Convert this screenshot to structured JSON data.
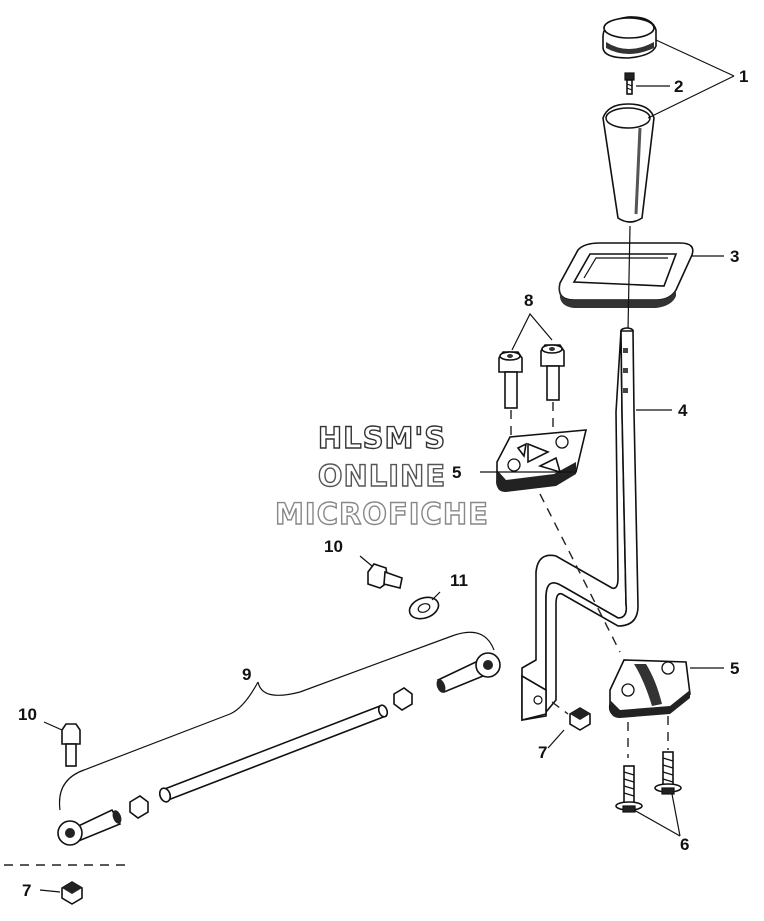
{
  "watermark": {
    "line1": "HLSM'S",
    "line2": "ONLINE",
    "line3": "MICROFICHE"
  },
  "callouts": {
    "c1": "1",
    "c2": "2",
    "c3": "3",
    "c4": "4",
    "c5_upper": "5",
    "c5_lower": "5",
    "c6": "6",
    "c7_center": "7",
    "c7_bottom": "7",
    "c8": "8",
    "c9": "9",
    "c10_upper": "10",
    "c10_left": "10",
    "c11": "11"
  }
}
